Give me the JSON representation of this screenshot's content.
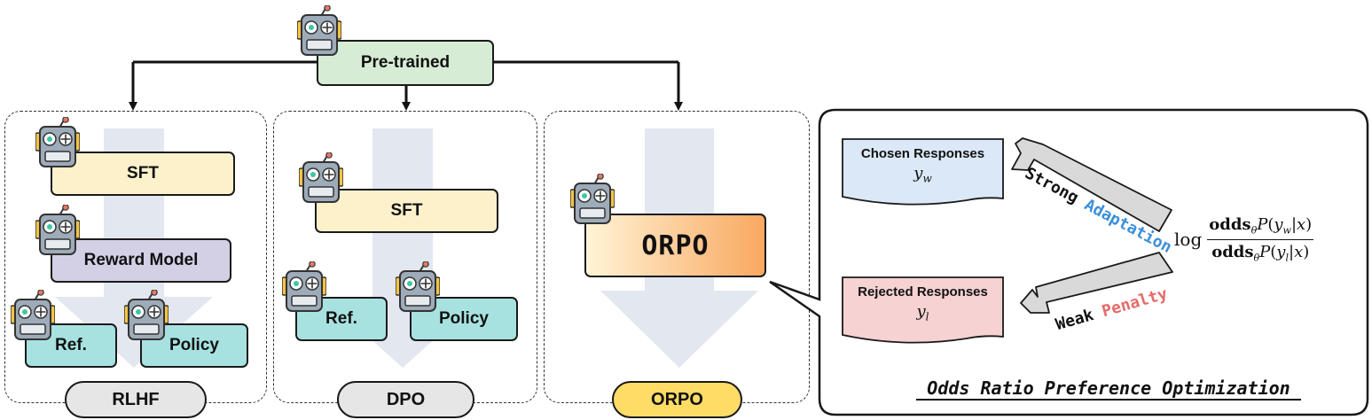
{
  "pretrained": {
    "label": "Pre-trained"
  },
  "rlhf": {
    "sft": "SFT",
    "reward_model": "Reward Model",
    "ref": "Ref.",
    "policy": "Policy",
    "tag": "RLHF"
  },
  "dpo": {
    "sft": "SFT",
    "ref": "Ref.",
    "policy": "Policy",
    "tag": "DPO"
  },
  "orpo": {
    "box": "ORPO",
    "tag": "ORPO"
  },
  "detail": {
    "chosen_title": "Chosen Responses",
    "chosen_sym": "y",
    "chosen_sub": "w",
    "rejected_title": "Rejected Responses",
    "rejected_sym": "y",
    "rejected_sub": "l",
    "strong_word": "Strong",
    "adaptation_word": "Adaptation",
    "weak_word": "Weak",
    "penalty_word": "Penalty",
    "formula": {
      "log": "log",
      "odds": "odds",
      "theta": "θ",
      "P": "P",
      "num_var": "y",
      "num_sub": "w",
      "den_var": "y",
      "den_sub": "l",
      "x": "x"
    },
    "caption": "Odds Ratio Preference Optimization"
  },
  "colors": {
    "pretrained_fill": "#d6ecd4",
    "sft_fill": "#fdf1cc",
    "reward_fill": "#d3d0e6",
    "teal_fill": "#a7e2e1",
    "orpo_grad_start": "#fff4d6",
    "orpo_grad_end": "#f9a860",
    "orpo_tag_fill": "#ffdc66",
    "tag_fill": "#e6e6e6",
    "chosen_fill": "#dbe8f7",
    "rejected_fill": "#f6d2d2",
    "adaptation_text": "#3b8fdb",
    "penalty_text": "#e66a6a",
    "flow_arrow": "#e2e7f0"
  }
}
